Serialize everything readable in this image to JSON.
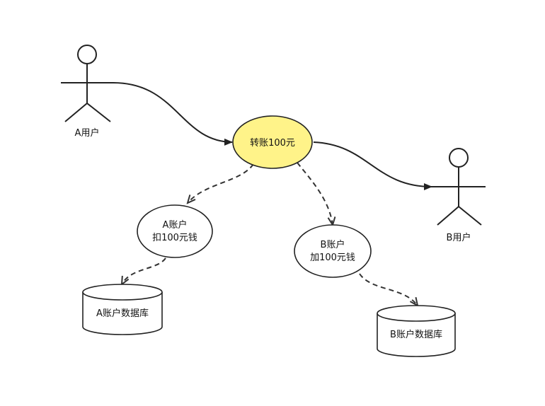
{
  "actors": {
    "user_a": {
      "label": "A用户"
    },
    "user_b": {
      "label": "B用户"
    }
  },
  "nodes": {
    "transfer": {
      "label": "转账100元",
      "fill": "#fff389"
    },
    "account_a": {
      "line1": "A账户",
      "line2": "扣100元钱"
    },
    "account_b": {
      "line1": "B账户",
      "line2": "加100元钱"
    }
  },
  "databases": {
    "db_a": {
      "label": "A账户数据库"
    },
    "db_b": {
      "label": "B账户数据库"
    }
  },
  "colors": {
    "stroke": "#222222",
    "node_fill": "#ffffff",
    "highlight_fill": "#fff389"
  }
}
